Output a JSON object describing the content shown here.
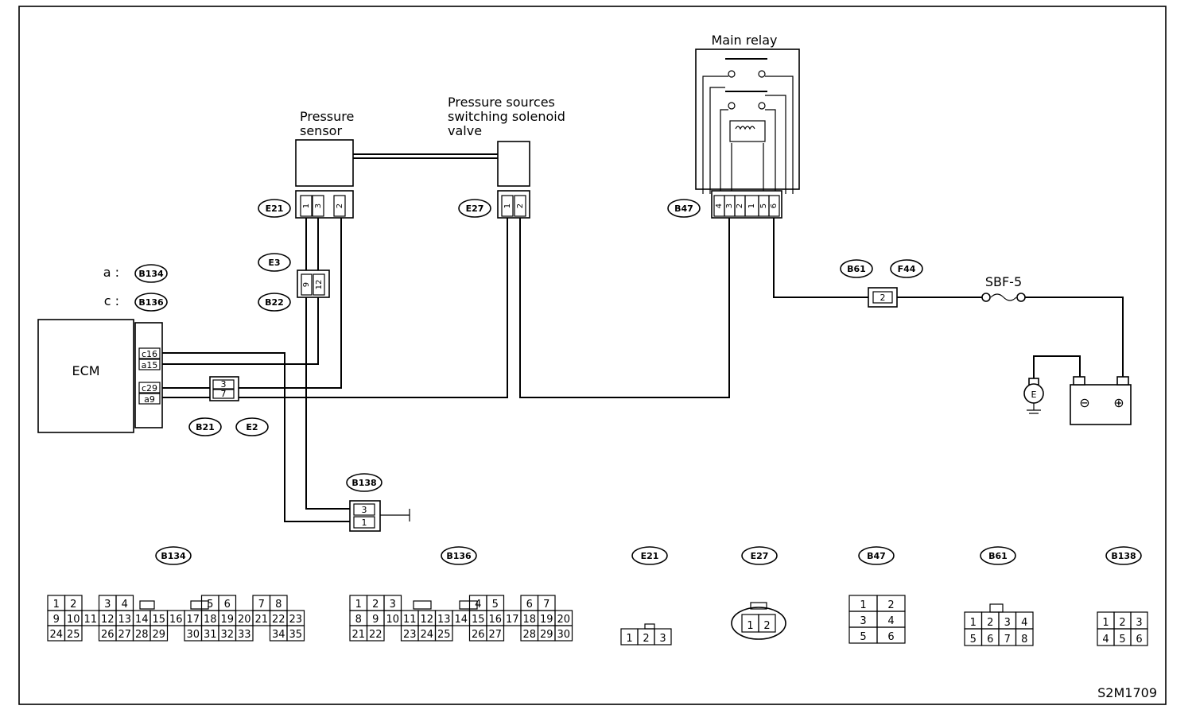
{
  "components": {
    "main_relay": "Main relay",
    "pressure_sensor_l1": "Pressure",
    "pressure_sensor_l2": "sensor",
    "solenoid_l1": "Pressure sources",
    "solenoid_l2": "switching solenoid",
    "solenoid_l3": "valve",
    "ecm": "ECM",
    "fuse": "SBF-5",
    "ground_mark": "E",
    "minus": "⊖",
    "plus": "⊕"
  },
  "legend": {
    "a_label": "a :",
    "a_conn": "B134",
    "c_label": "c :",
    "c_conn": "B136"
  },
  "connector_tags": {
    "E21": "E21",
    "E27": "E27",
    "B47": "B47",
    "E3": "E3",
    "B22": "B22",
    "B21": "B21",
    "E2": "E2",
    "B138": "B138",
    "B61": "B61",
    "F44": "F44"
  },
  "pins": {
    "E21": [
      "1",
      "3",
      "2"
    ],
    "E27": [
      "1",
      "2"
    ],
    "B47": [
      "4",
      "3",
      "2",
      "1",
      "5",
      "6"
    ],
    "E3_B22": [
      "9",
      "12"
    ],
    "B21_E2": [
      "3",
      "7"
    ],
    "ecm": [
      "c16",
      "a15",
      "c29",
      "a9"
    ],
    "B61_F44": "2",
    "B138": [
      "3",
      "1"
    ]
  },
  "connector_faces": {
    "B134": {
      "title": "B134",
      "row1": [
        "1",
        "2",
        "",
        "3",
        "4",
        "",
        "",
        "",
        "",
        "5",
        "6",
        "",
        "7",
        "8"
      ],
      "row2": [
        "9",
        "10",
        "11",
        "12",
        "13",
        "14",
        "15",
        "16",
        "17",
        "18",
        "19",
        "20",
        "21",
        "22",
        "23"
      ],
      "row3": [
        "24",
        "25",
        "",
        "26",
        "27",
        "28",
        "29",
        "",
        "30",
        "31",
        "32",
        "33",
        "",
        "34",
        "35"
      ]
    },
    "B136": {
      "title": "B136",
      "row1": [
        "1",
        "2",
        "3",
        "",
        "",
        "",
        "",
        "4",
        "5",
        "",
        "6",
        "7"
      ],
      "row2": [
        "8",
        "9",
        "10",
        "11",
        "12",
        "13",
        "14",
        "15",
        "16",
        "17",
        "18",
        "19",
        "20"
      ],
      "row3": [
        "21",
        "22",
        "",
        "23",
        "24",
        "25",
        "",
        "26",
        "27",
        "",
        "28",
        "29",
        "30"
      ]
    },
    "E21": {
      "title": "E21",
      "row1": [
        "1",
        "2",
        "3"
      ]
    },
    "E27": {
      "title": "E27",
      "row1": [
        "1",
        "2"
      ]
    },
    "B47": {
      "title": "B47",
      "row1": [
        "1",
        "2"
      ],
      "row2": [
        "3",
        "4"
      ],
      "row3": [
        "5",
        "6"
      ]
    },
    "B61": {
      "title": "B61",
      "row1": [
        "1",
        "2",
        "3",
        "4"
      ],
      "row2": [
        "5",
        "6",
        "7",
        "8"
      ]
    },
    "B138": {
      "title": "B138",
      "row1": [
        "1",
        "2",
        "3"
      ],
      "row2": [
        "4",
        "5",
        "6"
      ]
    }
  },
  "figure_code": "S2M1709"
}
